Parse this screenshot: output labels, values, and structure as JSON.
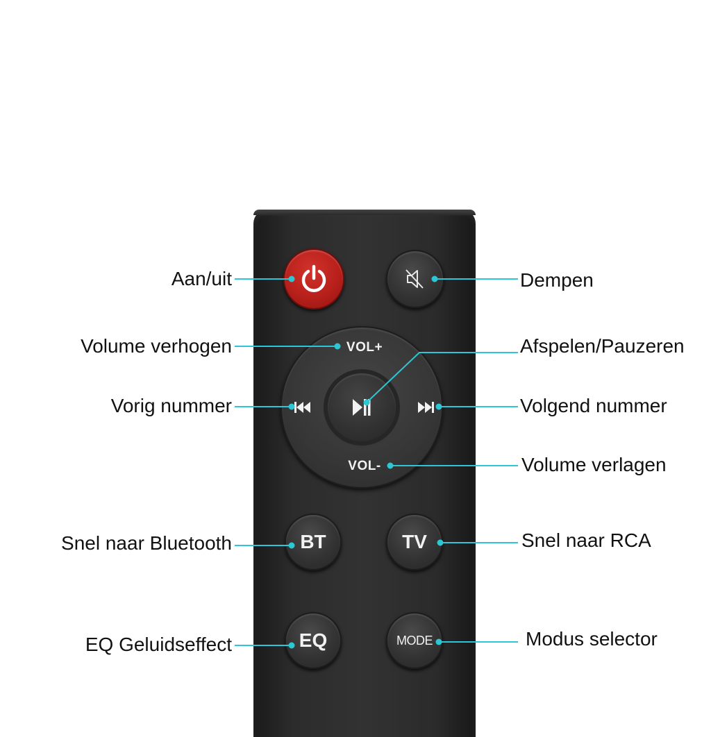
{
  "remote": {
    "vol_up": "VOL+",
    "vol_down": "VOL-",
    "bt": "BT",
    "tv": "TV",
    "eq": "EQ",
    "mode": "MODE"
  },
  "icons": {
    "power": "power-icon",
    "mute": "mute-icon",
    "play_pause": "play-pause-icon",
    "previous": "previous-track-icon",
    "next": "next-track-icon"
  },
  "callouts": {
    "power": "Aan/uit",
    "mute": "Dempen",
    "volume_up": "Volume verhogen",
    "play_pause": "Afspelen/Pauzeren",
    "previous": "Vorig nummer",
    "next": "Volgend nummer",
    "volume_down": "Volume verlagen",
    "bluetooth": "Snel naar Bluetooth",
    "rca": "Snel naar RCA",
    "eq": "EQ Geluidseffect",
    "mode": "Modus selector"
  },
  "colors": {
    "leader": "#2cc6d4",
    "power_button": "#b8201b",
    "remote_body": "#2c2c2c"
  }
}
